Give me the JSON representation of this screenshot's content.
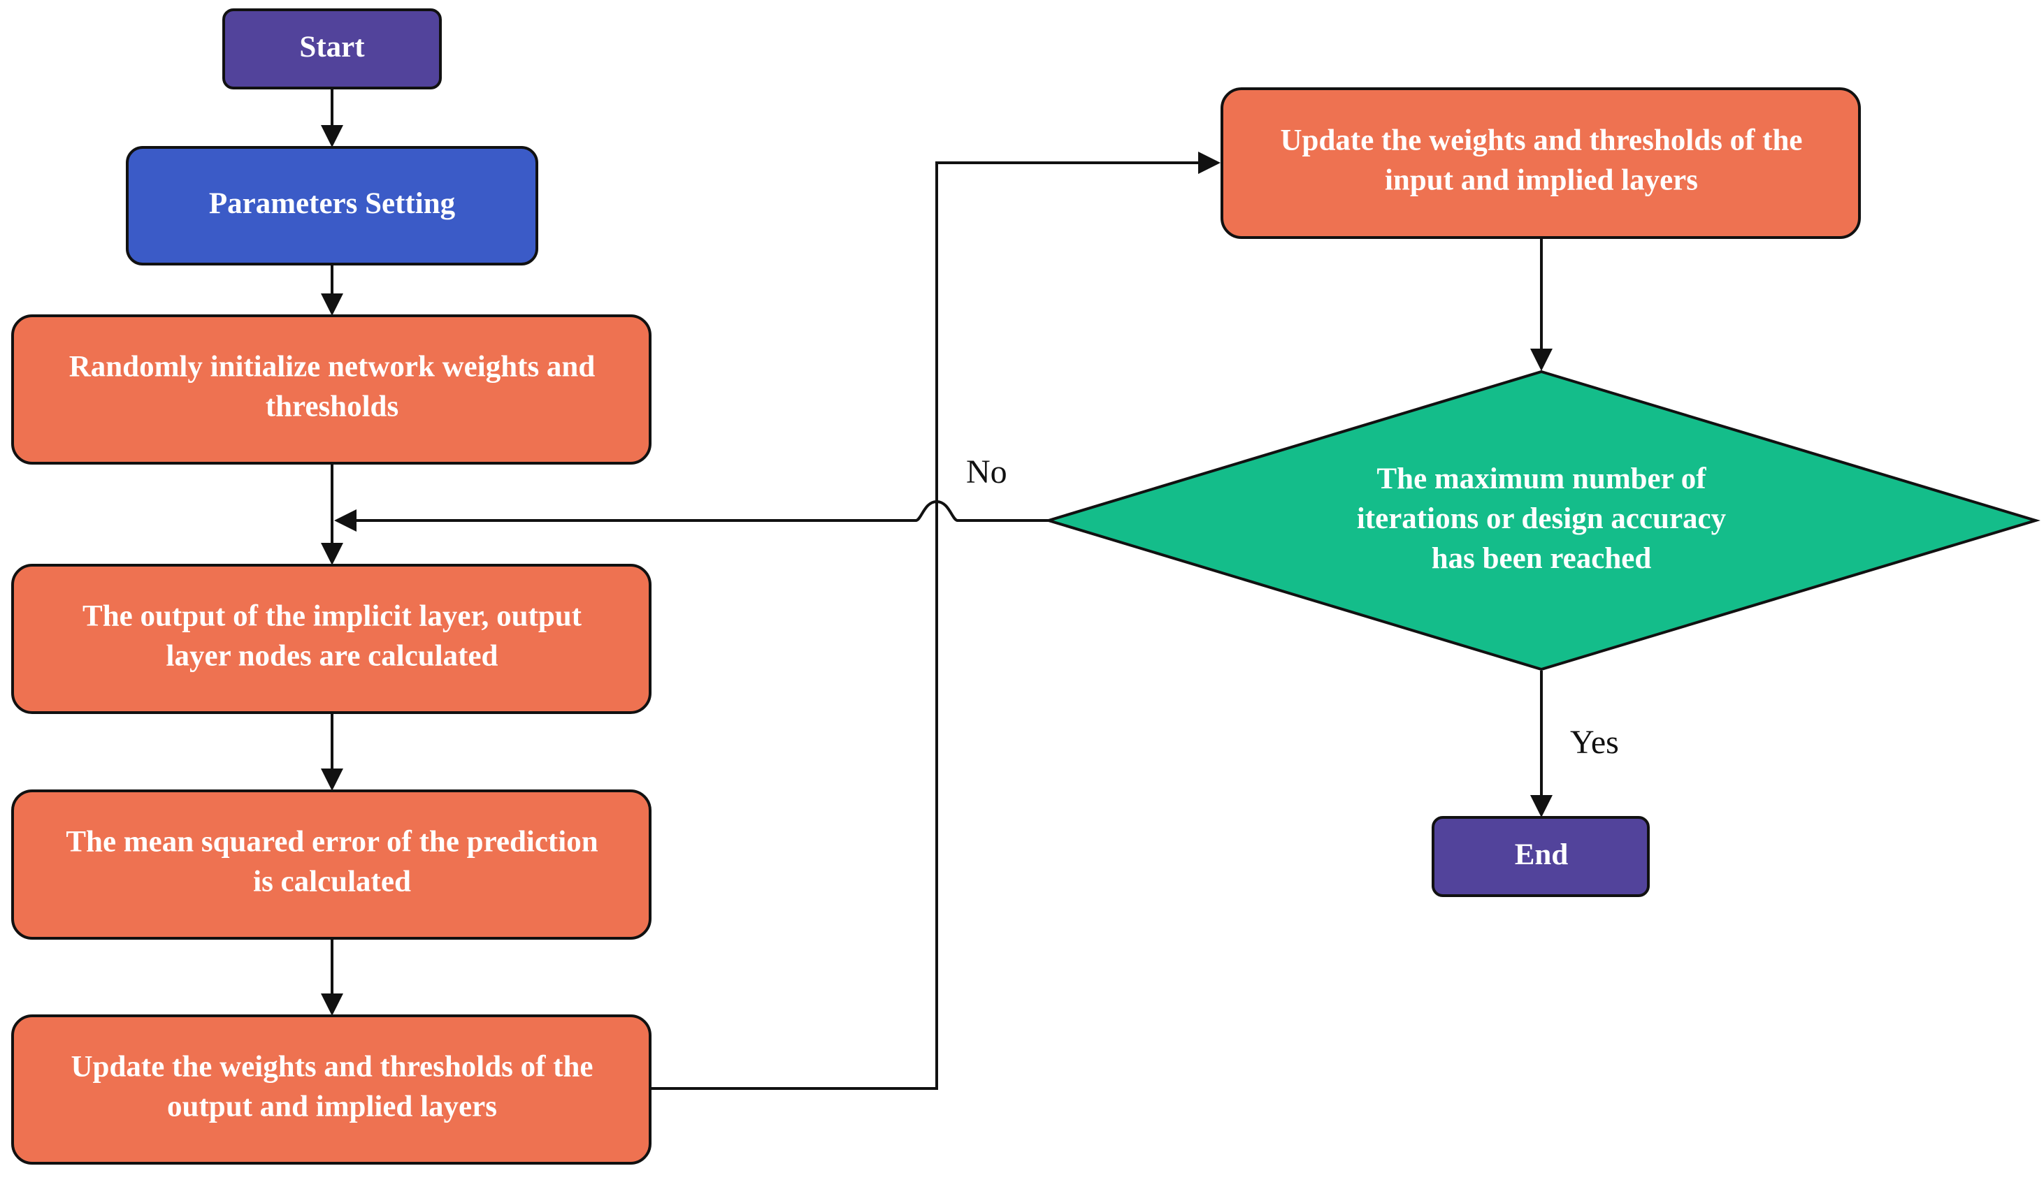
{
  "colors": {
    "terminal": "#52439b",
    "setup": "#3b5bc7",
    "process": "#ee7251",
    "decision": "#14bd8a",
    "line": "#111111"
  },
  "nodes": {
    "start": {
      "lines": [
        "Start"
      ]
    },
    "params": {
      "lines": [
        "Parameters Setting"
      ]
    },
    "init": {
      "lines": [
        "Randomly initialize network weights and",
        "thresholds"
      ]
    },
    "output_calc": {
      "lines": [
        "The output of the implicit layer, output",
        "layer nodes are calculated"
      ]
    },
    "mse": {
      "lines": [
        "The mean squared error of the prediction",
        "is calculated"
      ]
    },
    "update_output": {
      "lines": [
        "Update the weights and thresholds of the",
        "output and implied layers"
      ]
    },
    "update_input": {
      "lines": [
        "Update the weights and thresholds of the",
        "input and implied layers"
      ]
    },
    "decision": {
      "lines": [
        "The maximum number of",
        "iterations or design accuracy",
        "has been reached"
      ]
    },
    "end": {
      "lines": [
        "End"
      ]
    }
  },
  "labels": {
    "no": "No",
    "yes": "Yes"
  }
}
